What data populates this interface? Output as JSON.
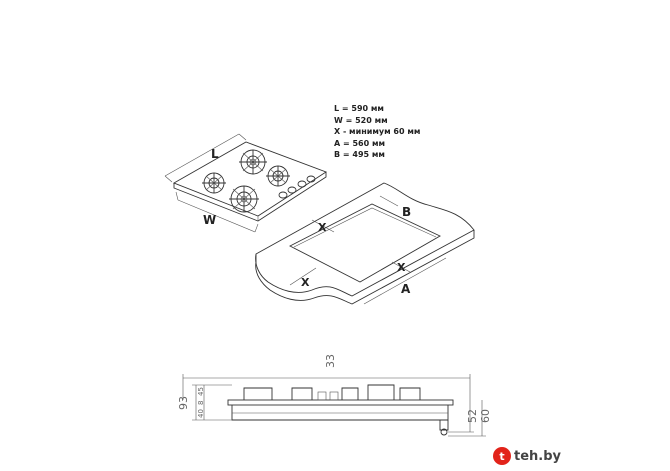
{
  "dimensions_list": [
    "L = 590 мм",
    "W = 520 мм",
    "X - минимум 60 мм",
    "A = 560 мм",
    "B = 495 мм"
  ],
  "hob_labels": {
    "length": "L",
    "width": "W"
  },
  "cutout_labels": {
    "x_top": "X",
    "x_left": "X",
    "x_right": "X",
    "a": "A",
    "b": "B"
  },
  "side_view": {
    "top_dim": "33",
    "left_total": "93",
    "left_parts": [
      "45",
      "8",
      "40"
    ],
    "right_parts": [
      "52",
      "60"
    ]
  },
  "watermark": {
    "icon": "t",
    "text": "teh.by",
    "color": "#e2231a"
  }
}
